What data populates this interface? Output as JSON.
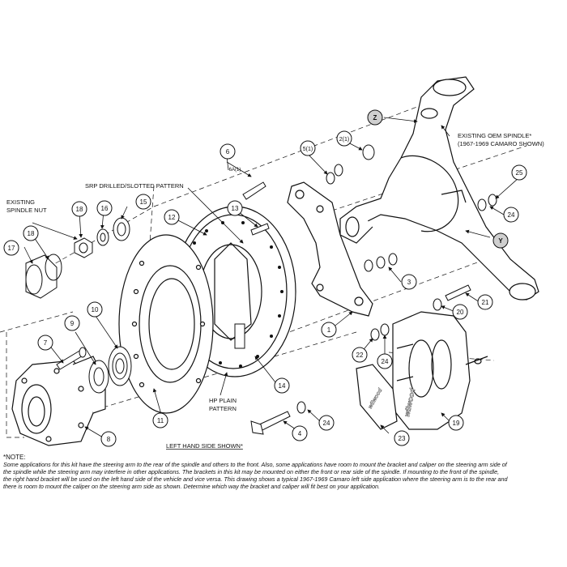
{
  "labels": {
    "existing_spindle_nut": [
      "EXISTING",
      "SPINDLE NUT"
    ],
    "srp_pattern": "SRP DRILLED/SLOTTED PATTERN",
    "existing_oem_spindle": [
      "EXISTING OEM SPINDLE*",
      "(1967-1969 CAMARO SHOWN)"
    ],
    "hp_plain_pattern": [
      "HP PLAIN",
      "PATTERN"
    ],
    "left_hand_side": "LEFT HAND SIDE SHOWN*"
  },
  "callouts": {
    "c1": "1",
    "c2a": "2(1)",
    "c3": "3",
    "c4": "4",
    "c5": "5(1)",
    "c6": "6",
    "c6a": "6A(1)",
    "c7": "7",
    "c8": "8",
    "c9": "9",
    "c10": "10",
    "c11": "11",
    "c12": "12",
    "c13": "13",
    "c14": "14",
    "c15": "15",
    "c16": "16",
    "c17": "17",
    "c18": "18",
    "c19": "19",
    "c20": "20",
    "c21": "21",
    "c22": "22",
    "c23": "23",
    "c24a": "24",
    "c24b": "24",
    "c25": "25",
    "cz": "Z",
    "cy": "Y"
  },
  "note": {
    "title": "*NOTE:",
    "lines": [
      "Some applications for this kit have the steering arm to the rear of the spindle and others to the front.  Also, some applications have room to mount the bracket and caliper on the steering arm side of",
      "the spindle while the steering arm may interfere in other applications.  The brackets in this kit may be mounted on either the front or rear side of the spindle.  If mounting to the front of the spindle,",
      "the right hand bracket will be used on the left hand side of the vehicle and vice versa.  This drawing shows a typical 1967-1969 Camaro left side application where the steering arm is to the rear and",
      "there is room to mount the caliper on the steering arm side as shown.  Determine which way the bracket and caliper will fit best on your application."
    ]
  },
  "caliper_brand": "wilwood",
  "colors": {
    "line": "#111111",
    "callout_fill": "#ffffff",
    "callout_dark": "#cfcfcf"
  }
}
